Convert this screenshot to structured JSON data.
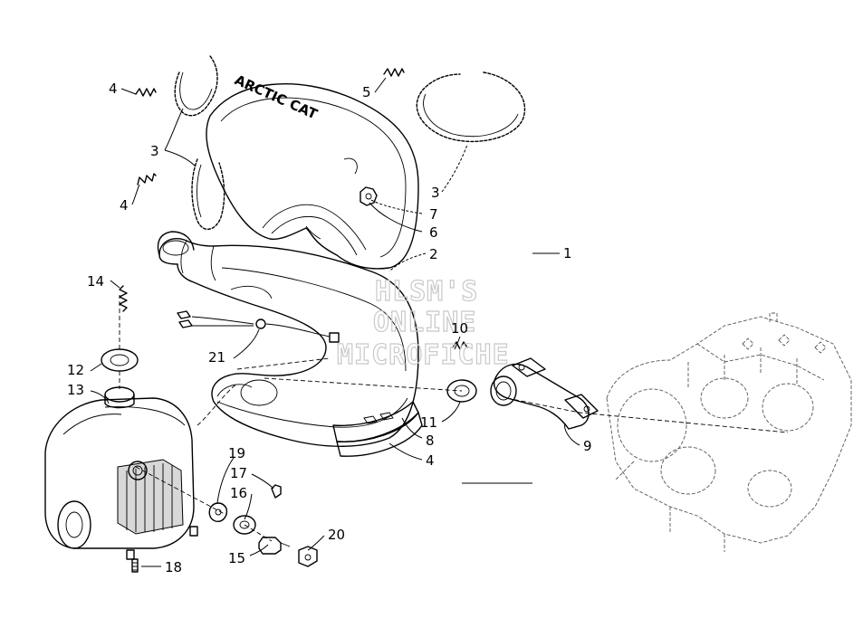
{
  "labels": [
    {
      "id": "callout-1",
      "text": "1"
    },
    {
      "id": "callout-2",
      "text": "2"
    },
    {
      "id": "callout-3a",
      "text": "3"
    },
    {
      "id": "callout-3b",
      "text": "3"
    },
    {
      "id": "callout-4a",
      "text": "4"
    },
    {
      "id": "callout-4b",
      "text": "4"
    },
    {
      "id": "callout-4c",
      "text": "4"
    },
    {
      "id": "callout-5",
      "text": "5"
    },
    {
      "id": "callout-6",
      "text": "6"
    },
    {
      "id": "callout-7",
      "text": "7"
    },
    {
      "id": "callout-8",
      "text": "8"
    },
    {
      "id": "callout-9",
      "text": "9"
    },
    {
      "id": "callout-10",
      "text": "10"
    },
    {
      "id": "callout-11",
      "text": "11"
    },
    {
      "id": "callout-12",
      "text": "12"
    },
    {
      "id": "callout-13",
      "text": "13"
    },
    {
      "id": "callout-14",
      "text": "14"
    },
    {
      "id": "callout-15",
      "text": "15"
    },
    {
      "id": "callout-16",
      "text": "16"
    },
    {
      "id": "callout-17",
      "text": "17"
    },
    {
      "id": "callout-18",
      "text": "18"
    },
    {
      "id": "callout-19",
      "text": "19"
    },
    {
      "id": "callout-20",
      "text": "20"
    },
    {
      "id": "callout-21",
      "text": "21"
    }
  ],
  "watermark": {
    "line1": "HLSM'S",
    "line2": "ONLINE",
    "line3": "MICROFICHE"
  },
  "shield_logo_text": "ARCTIC CAT"
}
